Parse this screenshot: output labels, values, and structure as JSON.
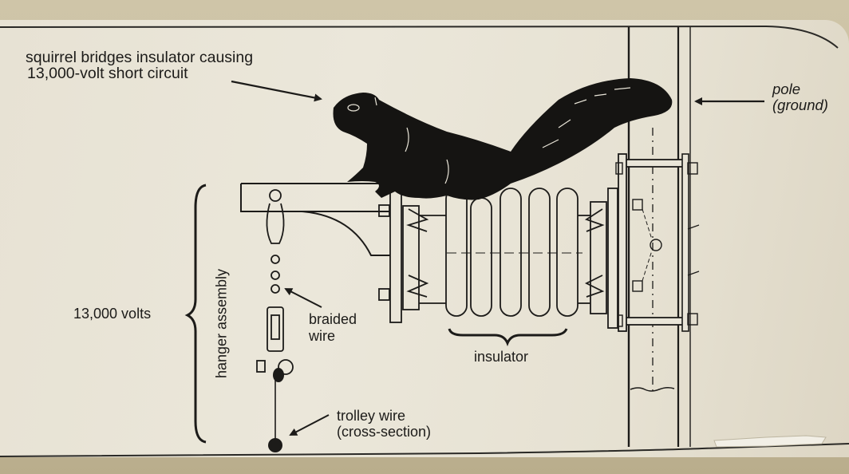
{
  "figure": {
    "subject": "Squirrel bridging a trolley-line insulator",
    "labels": {
      "headline_line1": "squirrel bridges insulator causing",
      "headline_line2": "13,000-volt short circuit",
      "pole_line1": "pole",
      "pole_line2": "(ground)",
      "voltage": "13,000 volts",
      "hanger_assembly": "hanger assembly",
      "braided_line1": "braided",
      "braided_line2": "wire",
      "insulator": "insulator",
      "trolley_line1": "trolley wire",
      "trolley_line2": "(cross-section)"
    },
    "components": [
      {
        "name": "squirrel",
        "icon": "squirrel-silhouette"
      },
      {
        "name": "insulator",
        "icon": "ribbed-insulator"
      },
      {
        "name": "pole",
        "icon": "vertical-pole"
      },
      {
        "name": "hanger assembly",
        "icon": "hanger-clamp"
      },
      {
        "name": "trolley wire",
        "icon": "wire-cross-section"
      }
    ],
    "colors": {
      "ink": "#1c1b19",
      "paper": "#e9e5d8",
      "background": "#c8bf9f"
    }
  }
}
